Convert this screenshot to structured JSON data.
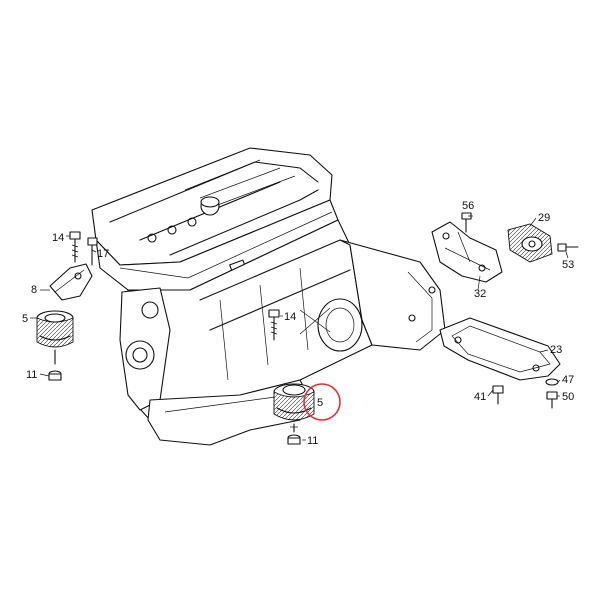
{
  "diagram": {
    "callouts": [
      {
        "id": "c14a",
        "text": "14"
      },
      {
        "id": "c17",
        "text": "17"
      },
      {
        "id": "c8",
        "text": "8"
      },
      {
        "id": "c5a",
        "text": "5"
      },
      {
        "id": "c11a",
        "text": "11"
      },
      {
        "id": "c14b",
        "text": "14"
      },
      {
        "id": "c5b",
        "text": "5"
      },
      {
        "id": "c11b",
        "text": "11"
      },
      {
        "id": "c56",
        "text": "56"
      },
      {
        "id": "c29",
        "text": "29"
      },
      {
        "id": "c53",
        "text": "53"
      },
      {
        "id": "c32",
        "text": "32"
      },
      {
        "id": "c23",
        "text": "23"
      },
      {
        "id": "c41",
        "text": "41"
      },
      {
        "id": "c47",
        "text": "47"
      },
      {
        "id": "c50",
        "text": "50"
      }
    ],
    "highlight_color": "#e23030",
    "line_color": "#111111"
  }
}
